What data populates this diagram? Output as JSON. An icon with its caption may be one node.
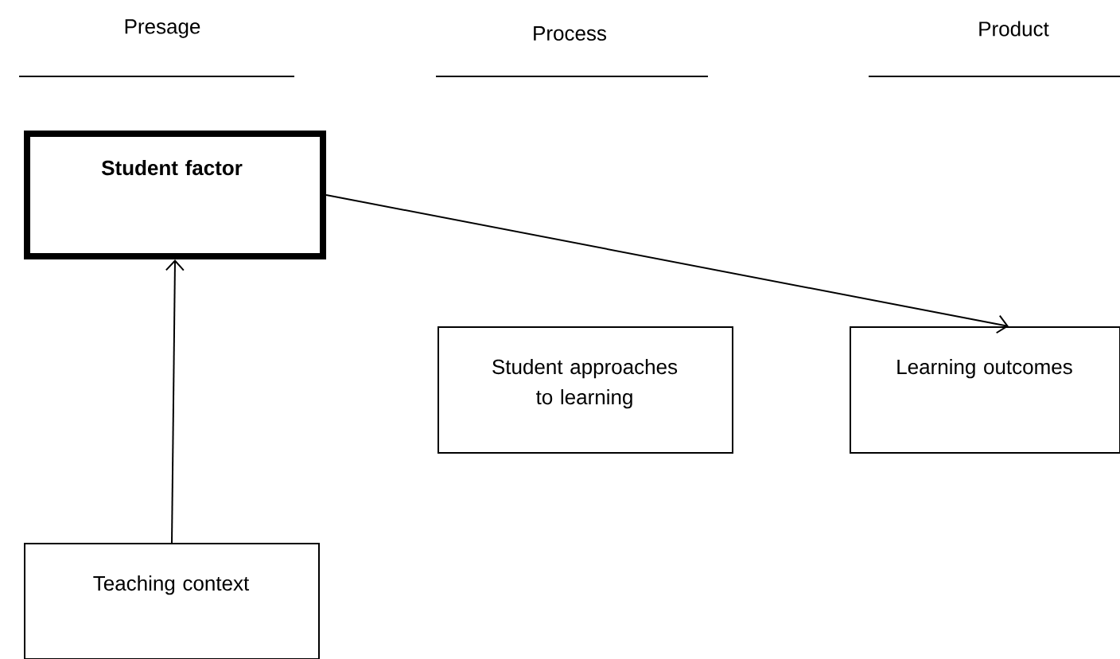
{
  "diagram": {
    "nodes": [
      {
        "text": [
          "Student factor"
        ]
      },
      {
        "text": [
          "Student approaches to learning"
        ]
      },
      {
        "text": [
          "Learning outcomes"
        ]
      },
      {
        "text": [
          "Teaching context"
        ]
      }
    ],
    "edges": [
      {
        "from": 3,
        "to": 0,
        "arrow": "to"
      },
      {
        "from": 0,
        "to": 2,
        "arrow": "to"
      }
    ],
    "labels": [
      "Presage",
      "Process",
      "Product"
    ]
  }
}
